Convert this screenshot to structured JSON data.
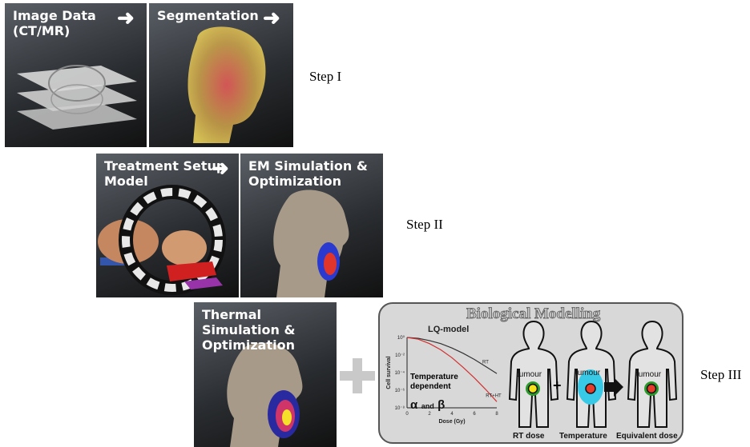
{
  "panels": {
    "image_data": {
      "title": "Image Data\n(CT/MR)"
    },
    "segmentation": {
      "title": "Segmentation"
    },
    "treatment": {
      "title": "Treatment Setup\nModel"
    },
    "em": {
      "title": "EM Simulation &\nOptimization"
    },
    "thermal": {
      "title": "Thermal Simulation &\nOptimization"
    }
  },
  "steps": {
    "step1": "Step I",
    "step2": "Step II",
    "step3": "Step III"
  },
  "bio": {
    "title": "Biological Modelling",
    "lq_model": "LQ-model",
    "temp_dependent": "Temperature\ndependent",
    "alpha_beta_1": "α",
    "alpha_beta_and": "and",
    "alpha_beta_2": "β",
    "plus": "+",
    "figures": [
      {
        "tumour": "tumour",
        "caption": "RT dose"
      },
      {
        "tumour": "tumour",
        "caption": "Temperature"
      },
      {
        "tumour": "tumour",
        "caption": "Equivalent dose"
      }
    ]
  },
  "chart_data": {
    "type": "line",
    "title": "",
    "xlabel": "Dose (Gy)",
    "ylabel": "Cell survival",
    "x_ticks": [
      "0",
      "2",
      "4",
      "6",
      "8"
    ],
    "y_ticks": [
      "10⁰",
      "10⁻²",
      "10⁻⁴",
      "10⁻⁶",
      "10⁻⁸"
    ],
    "xlim": [
      0,
      8
    ],
    "ylim_log10": [
      -8,
      0
    ],
    "series": [
      {
        "name": "RT",
        "color": "#333333",
        "x": [
          0,
          1,
          2,
          3,
          4,
          5,
          6,
          7,
          8
        ],
        "log10_y": [
          0,
          -0.1,
          -0.35,
          -0.7,
          -1.2,
          -1.8,
          -2.5,
          -3.3,
          -4.1
        ]
      },
      {
        "name": "RT+HT",
        "color": "#d23030",
        "x": [
          0,
          1,
          2,
          3,
          4,
          5,
          6,
          7,
          8
        ],
        "log10_y": [
          0,
          -0.2,
          -0.7,
          -1.4,
          -2.3,
          -3.4,
          -4.6,
          -5.9,
          -7.3
        ]
      }
    ]
  },
  "colors": {
    "tumour_inner": "#f4e21a",
    "tumour_ring": "#2a9a2a",
    "heat": "#37c9e6",
    "hot": "#e53b2b"
  }
}
